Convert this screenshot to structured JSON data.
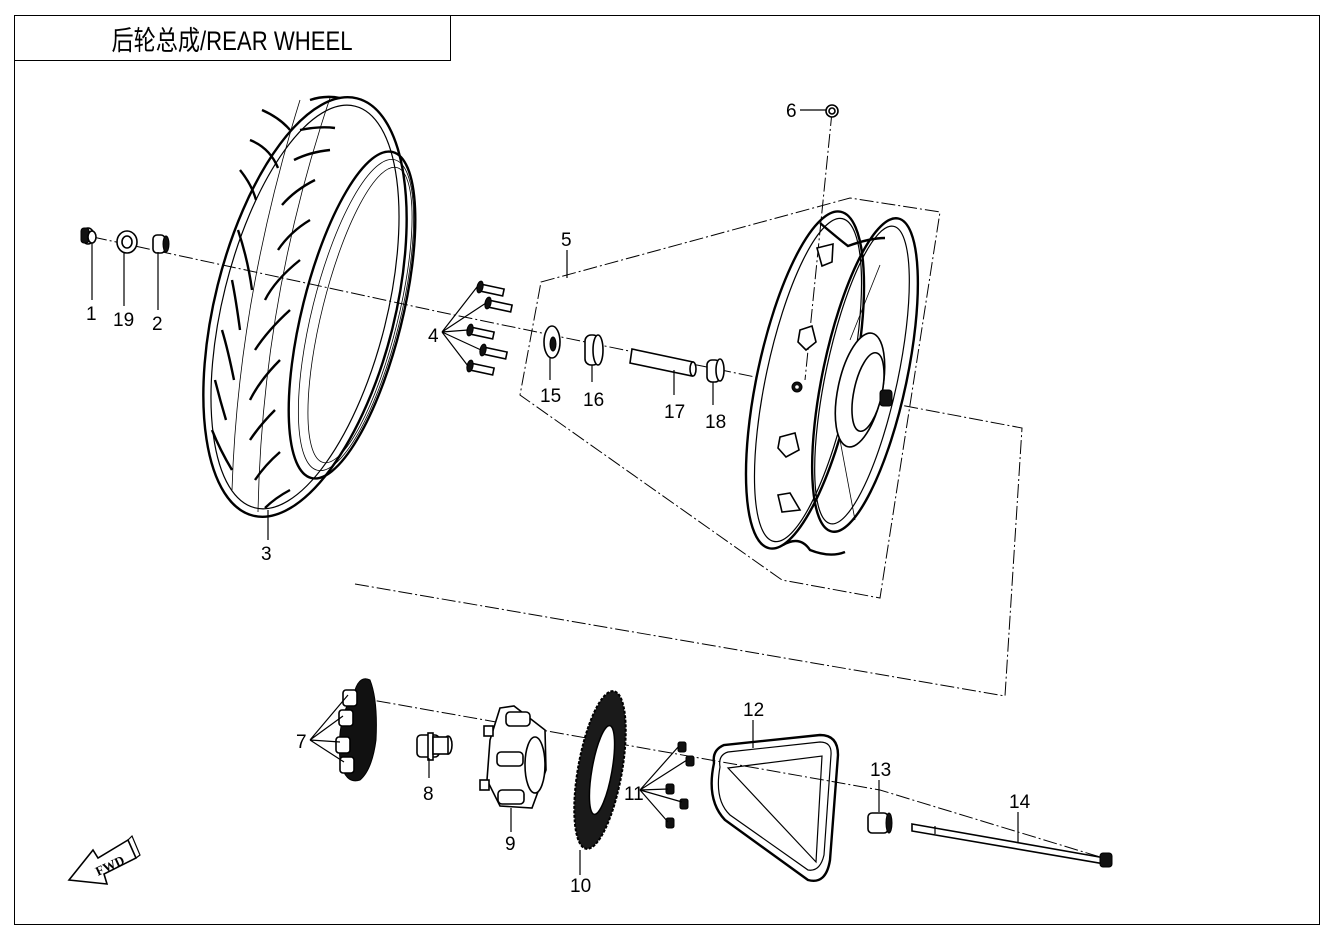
{
  "title": "后轮总成/REAR WHEEL",
  "direction_indicator": {
    "text": "FWD",
    "icon": "forward-arrow-icon"
  },
  "parts": [
    {
      "number": "1",
      "name": "nut"
    },
    {
      "number": "19",
      "name": "washer"
    },
    {
      "number": "2",
      "name": "spacer"
    },
    {
      "number": "3",
      "name": "tire"
    },
    {
      "number": "4",
      "name": "bolts"
    },
    {
      "number": "5",
      "name": "rear-wheel-assembly"
    },
    {
      "number": "6",
      "name": "valve"
    },
    {
      "number": "15",
      "name": "oil-seal"
    },
    {
      "number": "16",
      "name": "bearing"
    },
    {
      "number": "17",
      "name": "bushing"
    },
    {
      "number": "18",
      "name": "bearing"
    },
    {
      "number": "7",
      "name": "cush-dampers"
    },
    {
      "number": "8",
      "name": "collar"
    },
    {
      "number": "9",
      "name": "sprocket-hub"
    },
    {
      "number": "10",
      "name": "sprocket"
    },
    {
      "number": "11",
      "name": "sprocket-nuts"
    },
    {
      "number": "12",
      "name": "drive-belt"
    },
    {
      "number": "13",
      "name": "spacer"
    },
    {
      "number": "14",
      "name": "axle"
    }
  ]
}
